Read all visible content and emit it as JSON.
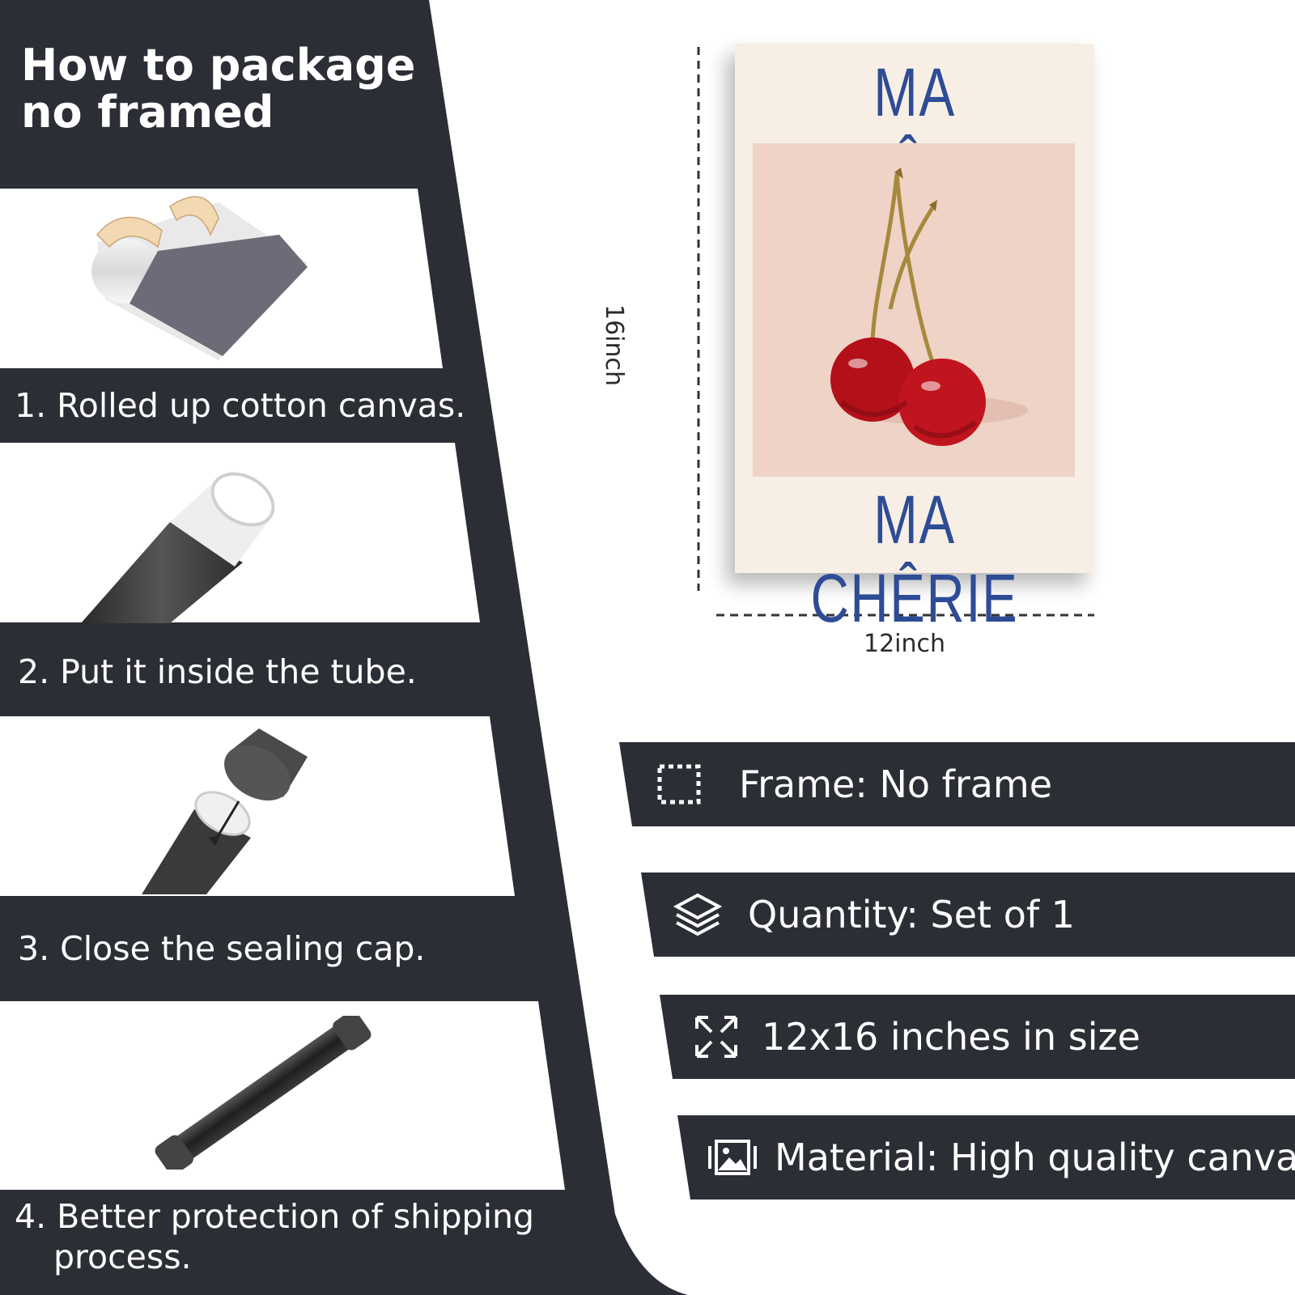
{
  "heading": {
    "line1": "How to package",
    "line2": "no framed"
  },
  "steps": [
    {
      "label": "1. Rolled up cotton canvas."
    },
    {
      "label": "2. Put it inside the tube."
    },
    {
      "label": "3. Close the sealing cap."
    },
    {
      "label_line1": "4. Better protection of shipping",
      "label_line2": "process."
    }
  ],
  "poster": {
    "title_top": "MA CHÊRIE",
    "title_bottom": "MA CHÊRIE",
    "height_label": "16inch",
    "width_label": "12inch"
  },
  "specs": [
    {
      "icon": "frame-icon",
      "text": "Frame: No frame"
    },
    {
      "icon": "layers-icon",
      "text": "Quantity: Set of 1"
    },
    {
      "icon": "expand-arrows-icon",
      "text": "12x16 inches in size"
    },
    {
      "icon": "image-icon",
      "text": "Material: High quality canvas"
    }
  ],
  "colors": {
    "dark_panel": "#2c2e36",
    "poster_blue": "#2e4c96",
    "cherry_red": "#b3101a"
  }
}
